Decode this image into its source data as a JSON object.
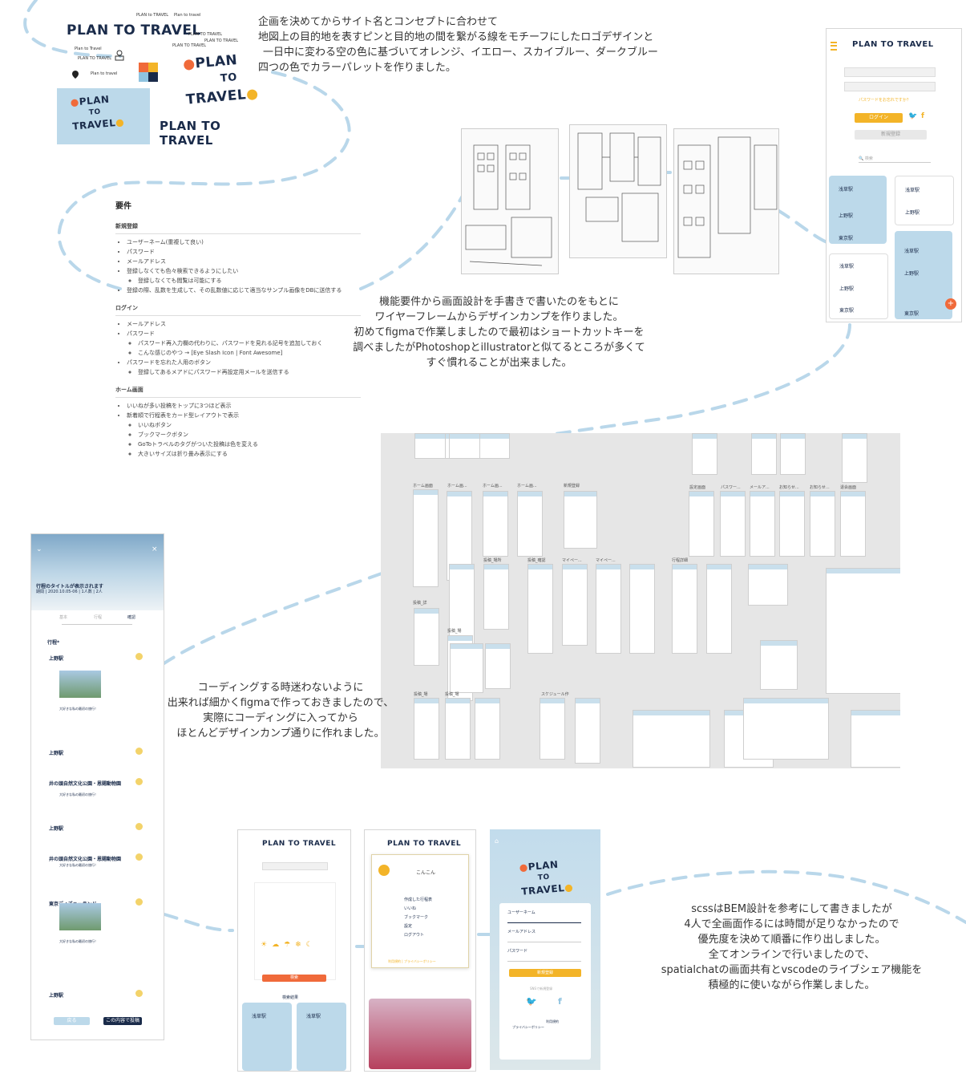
{
  "captions": {
    "logo": [
      "企画を決めてからサイト名とコンセプトに合わせて",
      "地図上の目的地を表すピンと目的地の間を繋がる線をモチーフにしたロゴデザインと",
      "一日中に変わる空の色に基づいてオレンジ、イエロー、スカイブルー、ダークブルー",
      "四つの色でカラーパレットを作りました。"
    ],
    "wireframe": [
      "機能要件から画面設計を手書きで書いたのをもとに",
      "ワイヤーフレームからデザインカンプを作りました。",
      "初めてfigmaで作業しましたので最初はショートカットキーを",
      "調べましたがPhotoshopとillustratorと似てるところが多くて",
      "すぐ慣れることが出来ました。"
    ],
    "coding": [
      "コーディングする時迷わないように",
      "出来れば細かくfigmaで作っておきましたので、",
      "実際にコーディングに入ってから",
      "ほとんどデザインカンプ通りに作れました。"
    ],
    "scss": [
      "scssはBEM設計を参考にして書きましたが",
      "4人で全画面作るには時間が足りなかったので",
      "優先度を決めて順番に作り出しました。",
      "全てオンラインで行いましたので、",
      "spatialchatの画面共有とvscodeのライブシェア機能を",
      "積極的に使いながら作業しました。"
    ]
  },
  "logos": {
    "main": "PLAN TO TRAVEL",
    "plan": "PLAN",
    "to": "TO",
    "travel": "TRAVEL",
    "small1": "PLAN to TRAVEL",
    "small2": "Plan to Travel",
    "small3": "PLAN TO TRAVEL",
    "small4": "Plan to travel",
    "small5": "Plan to travel"
  },
  "palette": [
    "#f06a3a",
    "#f3b428",
    "#8fc3e0",
    "#1a2b4a"
  ],
  "requirements": {
    "title": "要件",
    "sections": [
      {
        "heading": "新規登録",
        "items": [
          {
            "text": "ユーザーネーム(重複して良い)"
          },
          {
            "text": "パスワード"
          },
          {
            "text": "メールアドレス"
          },
          {
            "text": "登録しなくても色々検索できるようにしたい",
            "sub": [
              "登録しなくても閲覧は可能にする"
            ]
          },
          {
            "text": "登録の際、乱数を生成して、その乱数値に応じて適当なサンプル画像をDBに送信する"
          }
        ]
      },
      {
        "heading": "ログイン",
        "items": [
          {
            "text": "メールアドレス"
          },
          {
            "text": "パスワード",
            "sub": [
              "パスワード再入力欄の代わりに、パスワードを見れる記号を追加しておく",
              "こんな感じのやつ → [Eye Slash Icon | Font Awesome]"
            ]
          },
          {
            "text": "パスワードを忘れた人用のボタン",
            "sub": [
              "登録してあるメアドにパスワード再設定用メールを送信する"
            ]
          }
        ]
      },
      {
        "heading": "ホーム画面",
        "items": [
          {
            "text": "いいねが多い投稿をトップに3つほど表示"
          },
          {
            "text": "新着順で行程表をカード型レイアウトで表示",
            "sub": [
              "いいねボタン",
              "ブックマークボタン",
              "GoToトラベルのタグがついた投稿は色を変える",
              "大きいサイズは折り畳み表示にする"
            ]
          }
        ]
      }
    ]
  },
  "home_phone": {
    "logo": "PLAN TO TRAVEL",
    "forgot": "パスワードをお忘れですか？",
    "login": "ログイン",
    "signup": "新規登録",
    "search": "検索",
    "stations": [
      "浅草駅",
      "上野駅",
      "東京駅"
    ]
  },
  "detail_phone": {
    "title": "行程のタイトルが表示されます",
    "meta": "期間 | 2020.10.05-06 | 1人数 | 2人",
    "steps": [
      "基本",
      "行程",
      "確認"
    ],
    "section": "行程*",
    "places": [
      "上野駅",
      "上野駅",
      "井の頭自然文化公園・恩賜動物園",
      "上野駅",
      "井の頭自然文化公園・恩賜動物園",
      "東京ディズニーランド",
      "上野駅"
    ],
    "comment": "大好きな私の最初の旅行！",
    "back": "戻る",
    "post": "この内容で投稿"
  },
  "bottom_phones": {
    "logo": "PLAN TO TRAVEL",
    "results": "検索結果",
    "search_btn": "検索",
    "menu_name": "こんこん",
    "menu_items": [
      "作成した行程表",
      "いいね",
      "ブックマーク",
      "設定",
      "ログアウト"
    ],
    "privacy": "利用規約 | プライバシーポリシー",
    "login_labels": [
      "ユーザーネーム",
      "メールアドレス",
      "パスワード"
    ],
    "signup": "新規登録",
    "sns": "SNSで新規登録",
    "privacy2": "プライバシーポリシー",
    "terms": "利用規約",
    "stations": [
      "浅草駅",
      "浅草駅"
    ]
  },
  "figma_labels": [
    "ホーム画面",
    "ホーム画...",
    "ホーム画...",
    "ホーム画...",
    "新規登録",
    "設定画面",
    "パスワー...",
    "メールア...",
    "お知らせ...",
    "お知らせ...",
    "退会画面",
    "投稿_場所",
    "投稿_確認",
    "マイペー...",
    "マイペー...",
    "行程詳細",
    "投稿_詳",
    "投稿_場",
    "投稿_場",
    "投稿_場",
    "スケジュール作"
  ]
}
